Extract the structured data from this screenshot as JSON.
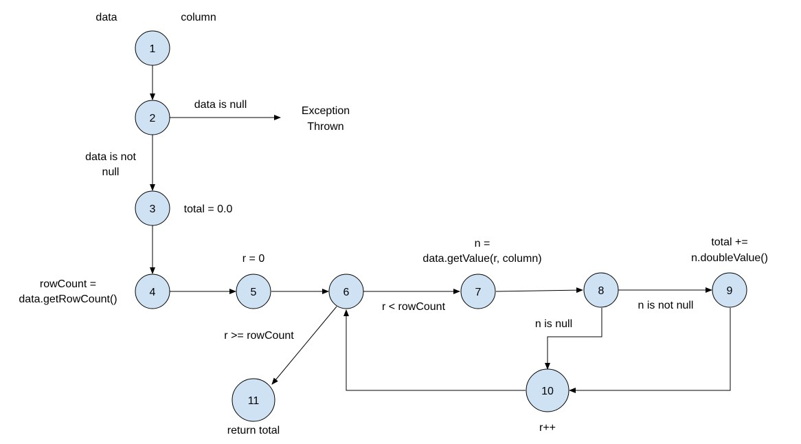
{
  "nodes": [
    {
      "id": "1",
      "label": "1"
    },
    {
      "id": "2",
      "label": "2"
    },
    {
      "id": "3",
      "label": "3"
    },
    {
      "id": "4",
      "label": "4"
    },
    {
      "id": "5",
      "label": "5"
    },
    {
      "id": "6",
      "label": "6"
    },
    {
      "id": "7",
      "label": "7"
    },
    {
      "id": "8",
      "label": "8"
    },
    {
      "id": "9",
      "label": "9"
    },
    {
      "id": "10",
      "label": "10"
    },
    {
      "id": "11",
      "label": "11"
    }
  ],
  "labels": {
    "param_data": "data",
    "param_column": "column",
    "data_is_null": "data is null",
    "exception_line1": "Exception",
    "exception_line2": "Thrown",
    "data_not_null_line1": "data is not",
    "data_not_null_line2": "null",
    "total_init": "total = 0.0",
    "rowcount_line1": "rowCount =",
    "rowcount_line2": "data.getRowCount()",
    "r_init": "r = 0",
    "n_assign_line1": "n =",
    "n_assign_line2": "data.getValue(r, column)",
    "total_add_line1": "total +=",
    "total_add_line2": "n.doubleValue()",
    "r_lt_rowcount": "r < rowCount",
    "n_not_null": "n is not null",
    "n_is_null": "n is null",
    "r_ge_rowcount": "r >= rowCount",
    "return_total": "return total",
    "r_increment": "r++"
  },
  "colors": {
    "node_fill": "#cfe2f3",
    "stroke": "#000000"
  }
}
